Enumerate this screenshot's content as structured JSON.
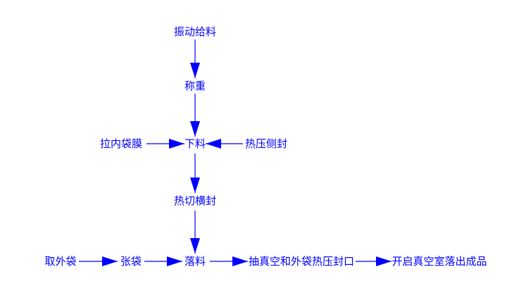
{
  "colors": {
    "ink": "#0000ff",
    "background": "#ffffff"
  },
  "nodes": [
    {
      "id": "vibration-feeding",
      "label": "振动给料"
    },
    {
      "id": "weighing",
      "label": "称重"
    },
    {
      "id": "pull-inner-bag-film",
      "label": "拉内袋膜"
    },
    {
      "id": "blanking",
      "label": "下料"
    },
    {
      "id": "heat-press-side-seal",
      "label": "热压侧封"
    },
    {
      "id": "hot-cut-cross-seal",
      "label": "热切横封"
    },
    {
      "id": "take-outer-bag",
      "label": "取外袋"
    },
    {
      "id": "open-bag",
      "label": "张袋"
    },
    {
      "id": "drop-material",
      "label": "落料"
    },
    {
      "id": "vacuum-and-outer-bag-heat-seal",
      "label": "抽真空和外袋热压封口"
    },
    {
      "id": "open-vacuum-chamber-drop-product",
      "label": "开启真空室落出成品"
    }
  ],
  "edges": [
    {
      "from": "vibration-feeding",
      "to": "weighing"
    },
    {
      "from": "weighing",
      "to": "blanking"
    },
    {
      "from": "pull-inner-bag-film",
      "to": "blanking"
    },
    {
      "from": "heat-press-side-seal",
      "to": "blanking"
    },
    {
      "from": "blanking",
      "to": "hot-cut-cross-seal"
    },
    {
      "from": "hot-cut-cross-seal",
      "to": "drop-material"
    },
    {
      "from": "take-outer-bag",
      "to": "open-bag"
    },
    {
      "from": "open-bag",
      "to": "drop-material"
    },
    {
      "from": "drop-material",
      "to": "vacuum-and-outer-bag-heat-seal"
    },
    {
      "from": "vacuum-and-outer-bag-heat-seal",
      "to": "open-vacuum-chamber-drop-product"
    }
  ]
}
